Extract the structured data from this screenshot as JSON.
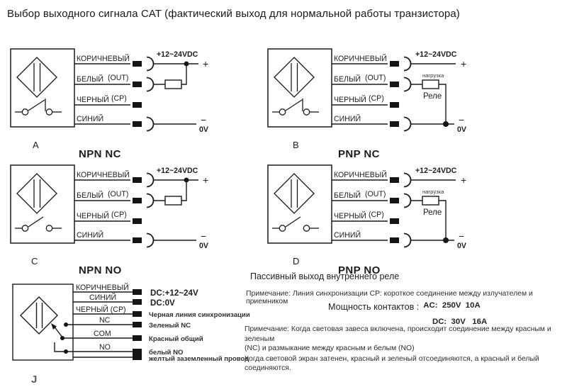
{
  "title": "Выбор выходного сигнала CAT (фактический выход для нормальной работы транзистора)",
  "diagrams": {
    "a": {
      "letter": "A",
      "type": "NPN NC",
      "brown": "КОРИЧНЕВЫЙ",
      "white": "БЕЛЫЙ",
      "out": "(OUT)",
      "black": "ЧЕРНЫЙ",
      "cp": "(СР)",
      "blue": "СИНИЙ",
      "supply": "+12~24VDC",
      "plus": "+",
      "minus": "−",
      "zero": "0V"
    },
    "b": {
      "letter": "B",
      "type": "PNP NC",
      "brown": "КОРИЧНЕВЫЙ",
      "white": "БЕЛЫЙ",
      "out": "(OUT)",
      "black": "ЧЕРНЫЙ",
      "cp": "(СР)",
      "blue": "СИНИЙ",
      "supply": "+12~24VDC",
      "plus": "+",
      "minus": "−",
      "zero": "0V",
      "load": "нагрузка",
      "relay": "Реле"
    },
    "c": {
      "letter": "C",
      "type": "NPN NO",
      "brown": "КОРИЧНЕВЫЙ",
      "white": "БЕЛЫЙ",
      "out": "(OUT)",
      "black": "ЧЕРНЫЙ",
      "cp": "(СР)",
      "blue": "СИНИЙ",
      "supply": "+12~24VDC",
      "plus": "+",
      "minus": "−",
      "zero": "0V"
    },
    "d": {
      "letter": "D",
      "type": "PNP NO",
      "brown": "КОРИЧНЕВЫЙ",
      "white": "БЕЛЫЙ",
      "out": "(OUT)",
      "black": "ЧЕРНЫЙ",
      "cp": "(СР)",
      "blue": "СИНИЙ",
      "supply": "+12~24VDC",
      "plus": "+",
      "minus": "−",
      "zero": "0V",
      "load": "нагрузка",
      "relay": "Реле"
    },
    "j": {
      "letter": "J",
      "brown": "КОРИЧНЕВЫЙ",
      "blue": "СИНИЙ",
      "black": "ЧЕРНЫЙ (СР)",
      "nc": "NC",
      "com": "COM",
      "no": "NO",
      "brown_right": "DC:+12~24V",
      "blue_right": "DC:0V",
      "black_right": "Черная линия синхронизации",
      "nc_right": "Зеленый NC",
      "com_right": "Красный общий",
      "no_right": "белый NO",
      "gnd_right": "желтый заземленный провод"
    }
  },
  "notes": {
    "relay_title": "Пассивный выход внутреннего реле",
    "sync_note": "Примечание: Линия синхронизации СР: короткое соединение между излучателем и приемником",
    "contacts_label": "Мощность контактов :",
    "contacts_ac": "AC:  250V  10A",
    "contacts_dc": "DC:  30V   16A",
    "note_line1": "Примечание: Когда световая завеса включена, происходит соединение между красным и зеленым",
    "note_line2": "(NC) и размыкание между красным и белым (NO)",
    "note_line3": "Когда световой экран затенен, красный и зеленый отсоединяются, а красный и белый соединяются."
  }
}
